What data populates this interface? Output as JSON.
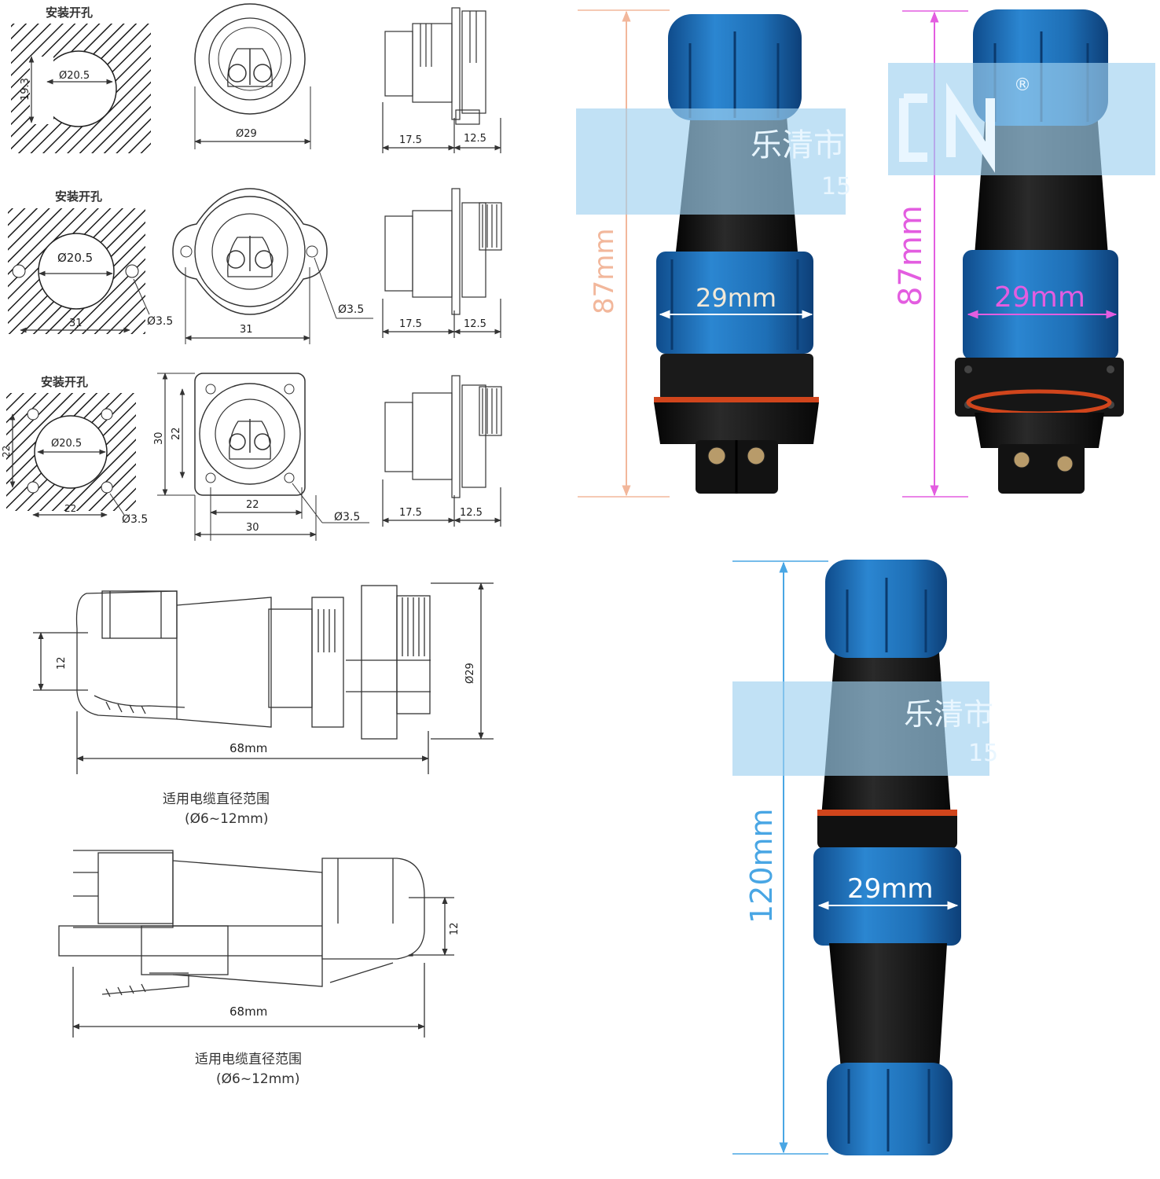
{
  "drawings": {
    "round_panel": {
      "cutout_title": "安装开孔",
      "hole_dia": "Ø20.5",
      "flat": "19.3",
      "front_dia": "Ø29",
      "side_a": "17.5",
      "side_b": "12.5"
    },
    "flange_panel": {
      "cutout_title": "安装开孔",
      "hole_dia": "Ø20.5",
      "spacing": "31",
      "screw_hole": "Ø3.5",
      "front_width": "31",
      "front_screw_hole": "Ø3.5",
      "side_a": "17.5",
      "side_b": "12.5"
    },
    "square_panel": {
      "cutout_title": "安装开孔",
      "hole_dia": "Ø20.5",
      "spacing_v": "22",
      "spacing_h": "22",
      "screw_hole": "Ø3.5",
      "height_outer": "30",
      "height_inner": "22",
      "width_inner": "22",
      "width_outer": "30",
      "front_screw_hole": "Ø3.5",
      "side_a": "17.5",
      "side_b": "12.5"
    },
    "plug_side": {
      "cable": "12",
      "diameter": "Ø29",
      "length": "68mm",
      "note_line1": "适用电缆直径范围",
      "note_line2": "(Ø6~12mm)"
    },
    "socket_side": {
      "cable": "12",
      "length": "68mm",
      "note_line1": "适用电缆直径范围",
      "note_line2": "(Ø6~12mm)"
    }
  },
  "photos": {
    "round_connector": {
      "height": "87mm",
      "width": "29mm",
      "watermark_line1": "乐清市",
      "watermark_line2": "15"
    },
    "square_connector": {
      "height": "87mm",
      "width": "29mm",
      "watermark_mark": "®"
    },
    "inline_connector": {
      "height": "120mm",
      "width": "29mm",
      "watermark_line1": "乐清市",
      "watermark_line2": "15"
    }
  },
  "colors": {
    "connector_blue": "#1f6fb8",
    "body_black": "#151515",
    "seal_orange": "#d0451c",
    "dim_peach": "#f2b79b",
    "dim_magenta": "#e35de0",
    "dim_blue": "#49a6e4",
    "watermark": "#9fd1ef"
  }
}
